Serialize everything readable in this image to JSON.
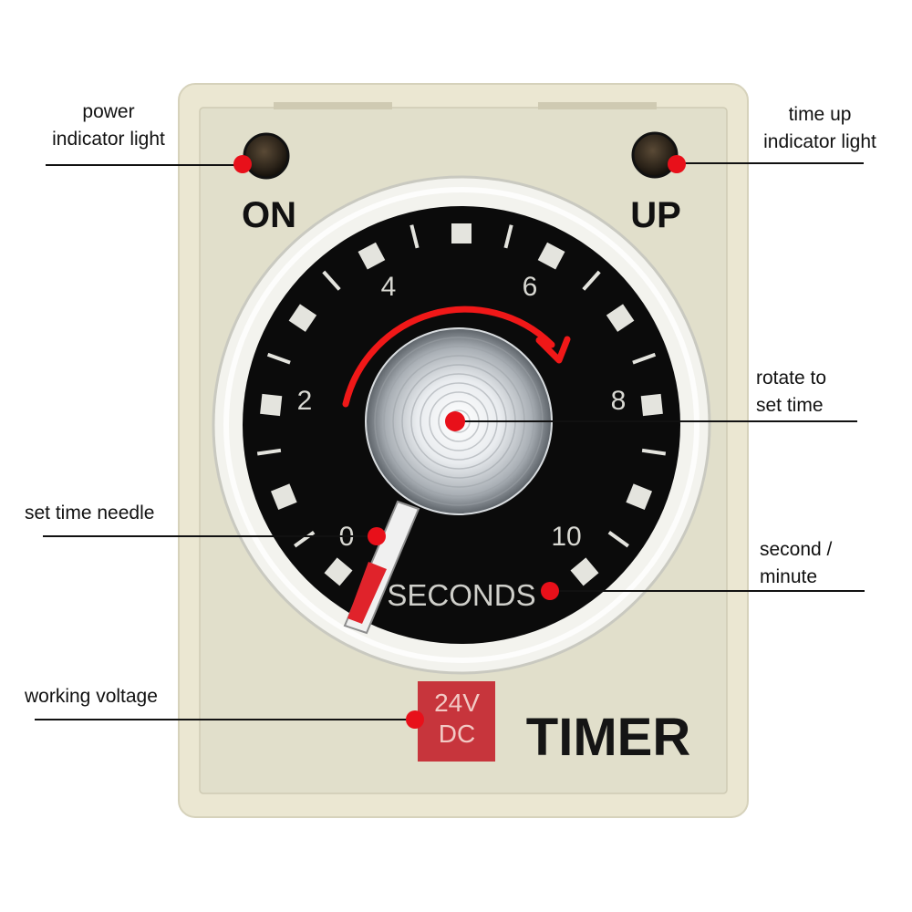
{
  "device": {
    "on_label": "ON",
    "up_label": "UP",
    "brand_label": "TIMER",
    "dial": {
      "numbers": [
        "0",
        "2",
        "4",
        "6",
        "8",
        "10"
      ],
      "unit_label": "SECONDS"
    },
    "voltage_badge": {
      "line1": "24V",
      "line2": "DC"
    }
  },
  "callouts": {
    "power_light": {
      "line1": "power",
      "line2": "indicator light"
    },
    "time_up_light": {
      "line1": "time up",
      "line2": "indicator light"
    },
    "rotate_knob": {
      "line1": "rotate to",
      "line2": "set time"
    },
    "needle": {
      "line1": "set time needle"
    },
    "unit": {
      "line1": "second /",
      "line2": "minute"
    },
    "voltage": {
      "line1": "working voltage"
    }
  },
  "colors": {
    "housing": "#ebe7d2",
    "panel": "#e1dfcb",
    "dial_face": "#0b0b0b",
    "voltage_badge": "#c7353c",
    "marker": "#e8101a",
    "arrow": "#f01818"
  }
}
